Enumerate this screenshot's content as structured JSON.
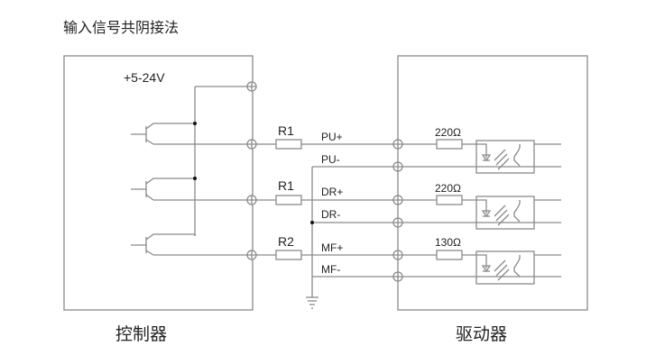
{
  "title": "输入信号共阴接法",
  "controller": {
    "caption": "控制器",
    "supply_label": "+5-24V"
  },
  "driver": {
    "caption": "驱动器"
  },
  "channels": [
    {
      "resistor": "R1",
      "pos_label": "PU+",
      "neg_label": "PU-",
      "internal_resistor": "220Ω"
    },
    {
      "resistor": "R1",
      "pos_label": "DR+",
      "neg_label": "DR-",
      "internal_resistor": "220Ω"
    },
    {
      "resistor": "R2",
      "pos_label": "MF+",
      "neg_label": "MF-",
      "internal_resistor": "130Ω"
    }
  ],
  "colors": {
    "line": "#8a8a8a",
    "text": "#222222",
    "dot": "#111111"
  }
}
